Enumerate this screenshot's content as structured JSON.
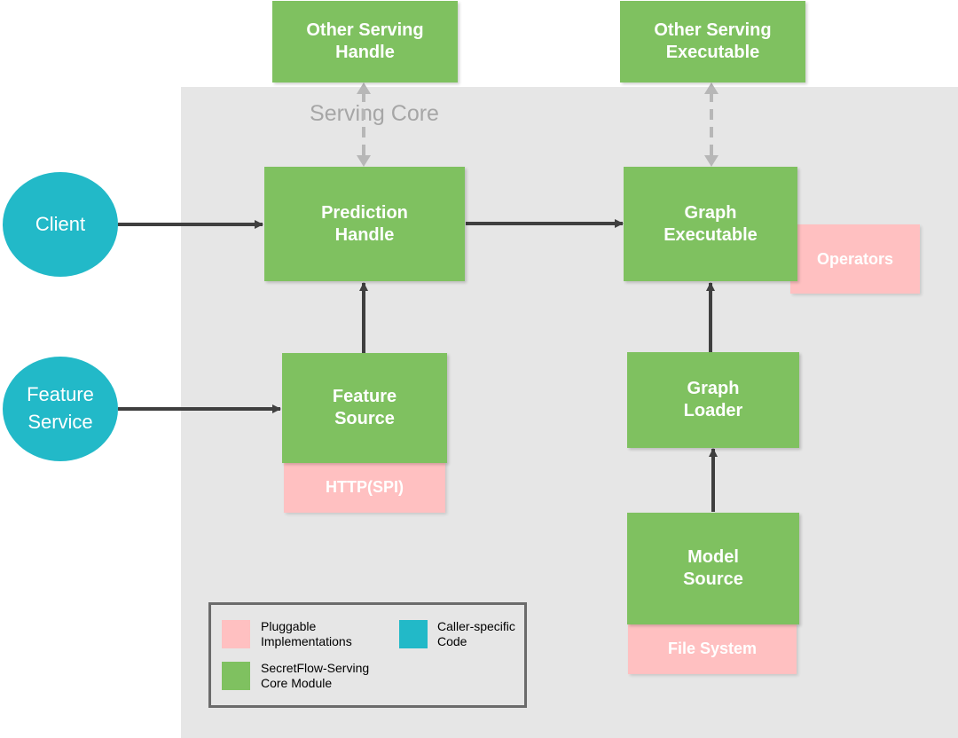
{
  "region": {
    "title": "Serving Core"
  },
  "nodes": {
    "other_serving_handle": "Other Serving\nHandle",
    "other_serving_executable": "Other Serving\nExecutable",
    "prediction_handle": "Prediction\nHandle",
    "graph_executable": "Graph\nExecutable",
    "operators": "Operators",
    "feature_source": "Feature\nSource",
    "http_spi": "HTTP(SPI)",
    "graph_loader": "Graph\nLoader",
    "model_source": "Model\nSource",
    "file_system": "File System"
  },
  "callers": {
    "client": "Client",
    "feature_service": "Feature\nService"
  },
  "legend": {
    "pluggable": "Pluggable\nImplementations",
    "caller_specific": "Caller-specific\nCode",
    "core_module": "SecretFlow-Serving\nCore Module"
  },
  "colors": {
    "core_module": "#7fc160",
    "pluggable": "#ffc0c1",
    "caller": "#22b9c8",
    "region": "#e6e6e6"
  }
}
